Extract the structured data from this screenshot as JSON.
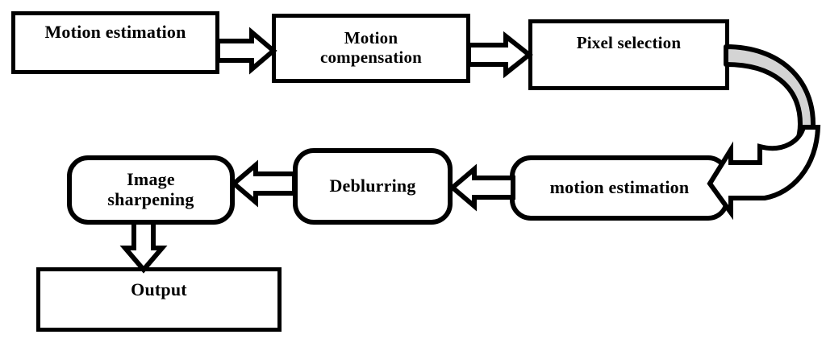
{
  "diagram": {
    "title": "Video deblurring processing pipeline flowchart",
    "background_color": "#ffffff",
    "line_color": "#000000",
    "accent_fill": "#d4d4d4",
    "nodes": [
      {
        "id": "motion-estimation",
        "label": "Motion estimation",
        "shape": "rectangle"
      },
      {
        "id": "motion-compensation",
        "label": "Motion\ncompensation",
        "shape": "rectangle"
      },
      {
        "id": "pixel-selection",
        "label": "Pixel selection",
        "shape": "rectangle"
      },
      {
        "id": "motion-estimation-2",
        "label": "motion estimation",
        "shape": "rounded-rectangle"
      },
      {
        "id": "deblurring",
        "label": "Deblurring",
        "shape": "rounded-rectangle"
      },
      {
        "id": "image-sharpening",
        "label": "Image\nsharpening",
        "shape": "rounded-rectangle"
      },
      {
        "id": "output",
        "label": "Output",
        "shape": "rectangle"
      }
    ],
    "edges": [
      {
        "id": "edge-1",
        "from": "motion-estimation",
        "to": "motion-compensation",
        "style": "block-arrow",
        "direction": "right"
      },
      {
        "id": "edge-2",
        "from": "motion-compensation",
        "to": "pixel-selection",
        "style": "block-arrow",
        "direction": "right"
      },
      {
        "id": "edge-3",
        "from": "pixel-selection",
        "to": "motion-estimation-2",
        "style": "curved-block-arrow",
        "direction": "down-left"
      },
      {
        "id": "edge-4",
        "from": "motion-estimation-2",
        "to": "deblurring",
        "style": "block-arrow",
        "direction": "left"
      },
      {
        "id": "edge-5",
        "from": "deblurring",
        "to": "image-sharpening",
        "style": "block-arrow",
        "direction": "left"
      },
      {
        "id": "edge-6",
        "from": "image-sharpening",
        "to": "output",
        "style": "block-arrow",
        "direction": "down"
      }
    ]
  }
}
